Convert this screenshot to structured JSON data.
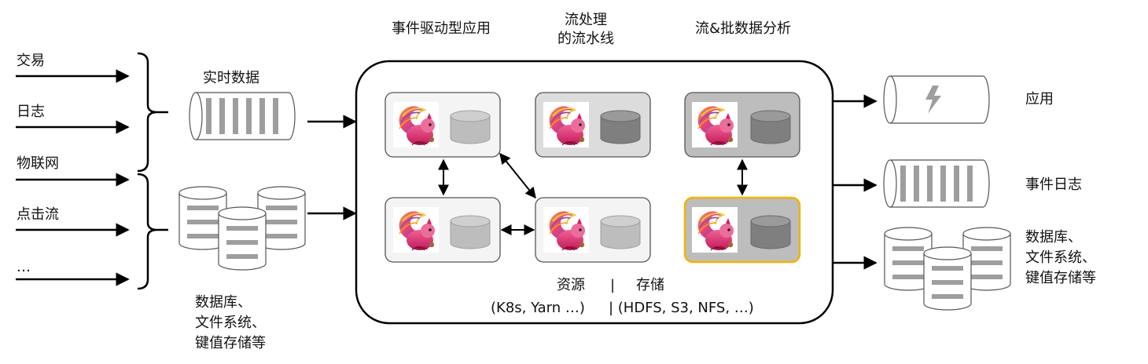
{
  "columns": {
    "event_driven": "事件驱动型应用",
    "pipeline_line1": "流处理",
    "pipeline_line2": "的流水线",
    "analytics": "流&批数据分析"
  },
  "inputs": {
    "items": [
      "交易",
      "日志",
      "物联网",
      "点击流",
      "…"
    ],
    "realtime_label": "实时数据",
    "storage_label_1": "数据库、",
    "storage_label_2": "文件系统、",
    "storage_label_3": "键值存储等"
  },
  "runtime": {
    "resources_label": "资源",
    "separator": "|",
    "storage_label": "存储",
    "resources_examples": "(K8s, Yarn …)",
    "storage_examples": "| (HDFS, S3, NFS, …)"
  },
  "outputs": {
    "application": "应用",
    "event_log": "事件日志",
    "storage_label_1": "数据库、",
    "storage_label_2": "文件系统、",
    "storage_label_3": "键值存储等"
  },
  "colors": {
    "highlight_border": "#f2b400",
    "node_light": "#f4f4f4",
    "node_dark": "#bdbdbd"
  }
}
